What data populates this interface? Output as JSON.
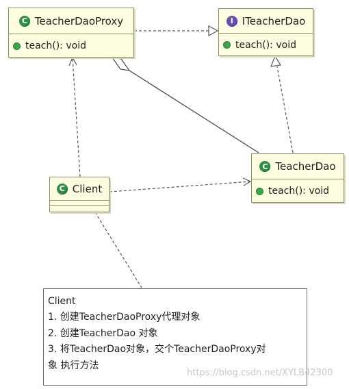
{
  "classes": {
    "proxy": {
      "name": "TeacherDaoProxy",
      "icon": "class-icon",
      "method": "teach(): void"
    },
    "interface": {
      "name": "ITeacherDao",
      "icon": "interface-icon",
      "method": "teach(): void"
    },
    "target": {
      "name": "TeacherDao",
      "icon": "class-icon",
      "method": "teach(): void"
    },
    "client": {
      "name": "Client",
      "icon": "class-icon"
    }
  },
  "icon_glyphs": {
    "class": "C",
    "interface": "I"
  },
  "note": {
    "lines": [
      "Client",
      "1. 创建TeacherDaoProxy代理对象",
      "2. 创建TeacherDao 对象",
      "3. 将TeacherDao对象，交个TeacherDaoProxy对",
      "象 执行方法"
    ]
  },
  "watermark": "https://blog.csdn.net/XYLB42300",
  "colors": {
    "class_fill": "#fdfde2",
    "class_border": "#8c8c5c",
    "class_icon": "#2f8f46",
    "interface_icon": "#6b4cb3",
    "method_dot": "#39a64a"
  }
}
